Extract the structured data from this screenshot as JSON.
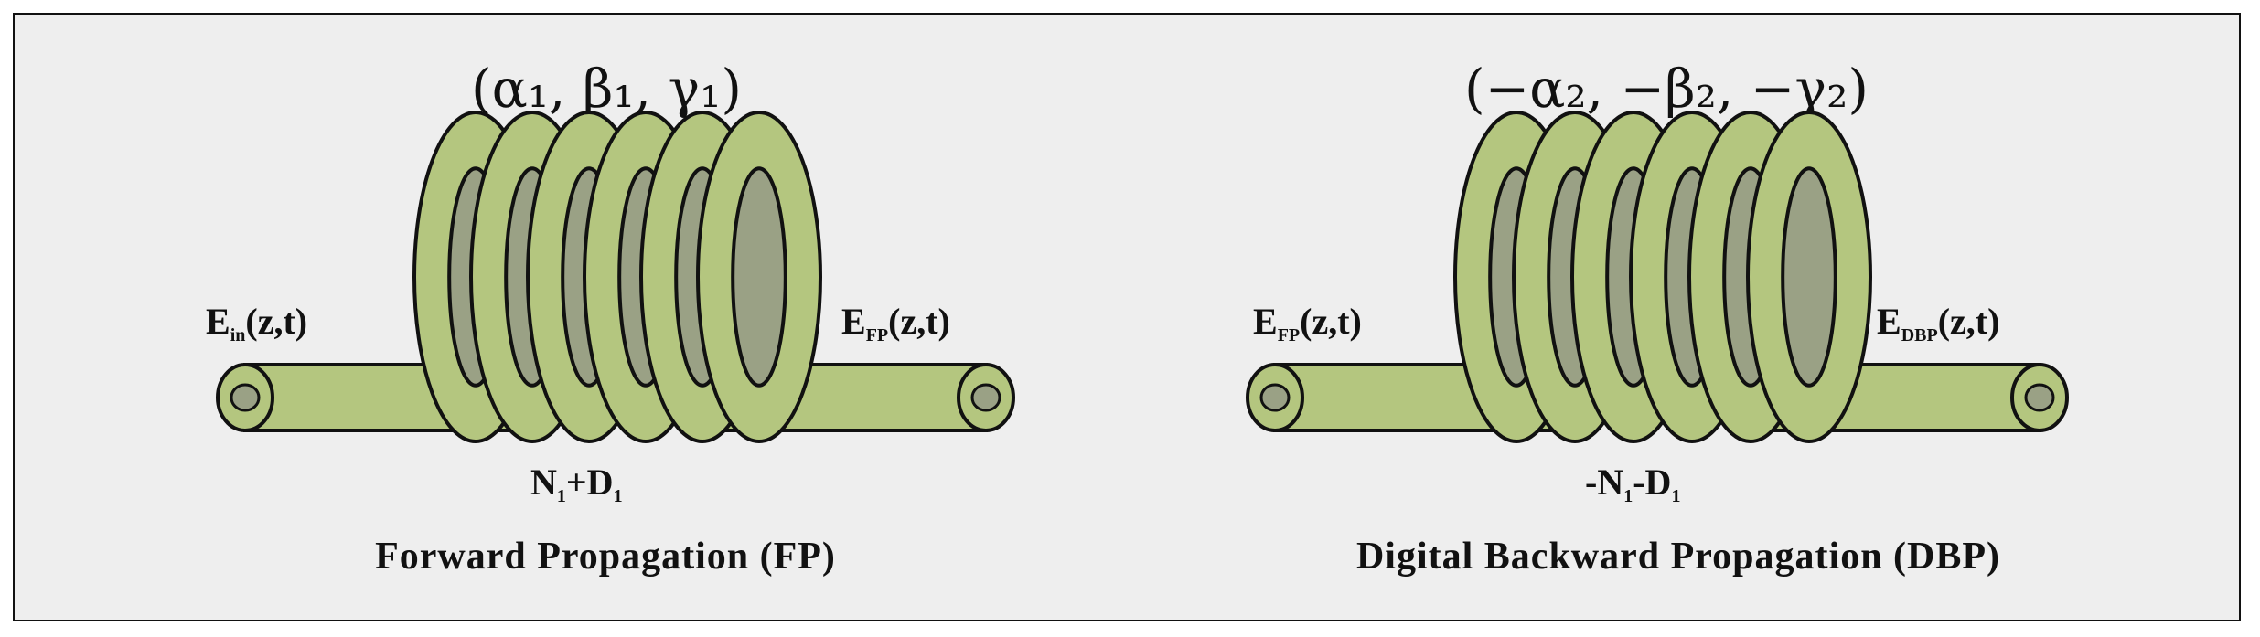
{
  "colors": {
    "fiber": "#b4c67f",
    "outline": "#111111",
    "hole": "#9aa185",
    "background": "#eeeeee"
  },
  "forward": {
    "params": "(α₁, β₁, γ₁)",
    "input_label": {
      "main": "E",
      "sub": "in",
      "args": "(z,t)"
    },
    "output_label": {
      "main": "E",
      "sub": "FP",
      "args": "(z,t)"
    },
    "operator": {
      "main": "N",
      "sub": "1",
      "rest": "+D",
      "sub2": "1"
    },
    "caption": "Forward Propagation (FP)"
  },
  "backward": {
    "params": "(−α₂, −β₂, −γ₂)",
    "input_label": {
      "main": "E",
      "sub": "FP",
      "args": "(z,t)"
    },
    "output_label": {
      "main": "E",
      "sub": "DBP",
      "args": "(z,t)"
    },
    "operator": {
      "main": "-N",
      "sub": "1",
      "rest": "-D",
      "sub2": "1"
    },
    "caption": "Digital Backward Propagation (DBP)"
  },
  "icons": {
    "fiber_coil": "fiber-coil-icon",
    "fiber_end": "fiber-end-icon"
  }
}
